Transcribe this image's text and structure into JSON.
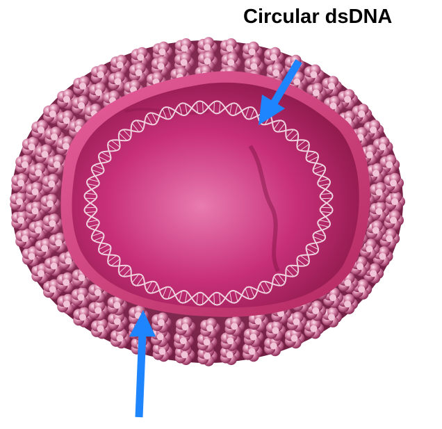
{
  "labels": {
    "dna": "Circular dsDNA"
  },
  "colors": {
    "arrow": "#1f85ff",
    "capsomere": "#c4638f",
    "capsomere_highlight": "#f3c7da",
    "inner_core": "#c4286a",
    "inner_core_light": "#e86aa6",
    "shell_dark": "#7b1d45",
    "dna_strand": "#f6e3ea"
  },
  "icons": {
    "dna_arrow": "arrow-down-left",
    "capsid_arrow": "arrow-up"
  }
}
